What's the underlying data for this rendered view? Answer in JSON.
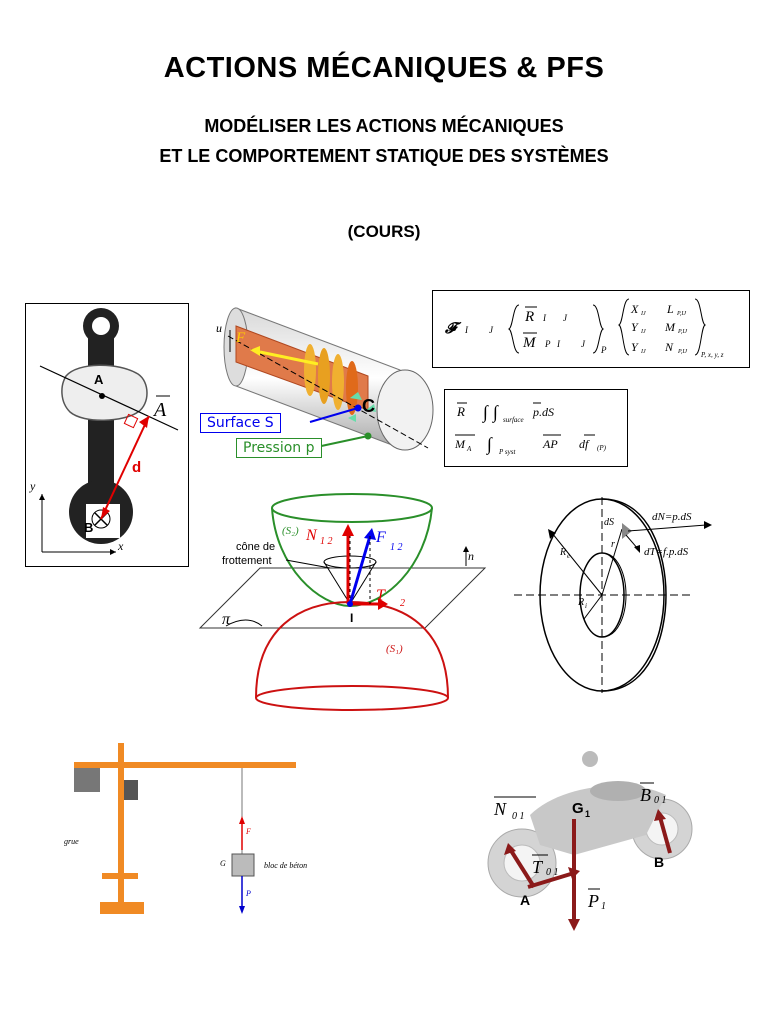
{
  "header": {
    "title": "ACTIONS MÉCANIQUES & PFS",
    "subtitle_line1": "MODÉLISER LES ACTIONS MÉCANIQUES",
    "subtitle_line2": "ET LE COMPORTEMENT STATIQUE DES SYSTÈMES",
    "cours": "(COURS)"
  },
  "wrench": {
    "point_a": "A",
    "point_b": "B",
    "vector": "A",
    "distance": "d",
    "axis_x": "x",
    "axis_y": "y"
  },
  "torsor_box": {
    "symbol": "𝓕",
    "i": "I",
    "j": "J",
    "R": "R",
    "M": "M",
    "p": "P",
    "comp_x": "X",
    "comp_y": "Y",
    "comp_z": "Y",
    "comp_l": "L",
    "comp_m": "M",
    "comp_n": "N",
    "idx": "IJ",
    "basis": "P, x, y, z"
  },
  "pressure_box": {
    "R": "R",
    "integral_surface": "surface",
    "integrand": "p.dS",
    "MA": "M",
    "A_sub": "A",
    "p_syst": "P   syst",
    "AP": "AP",
    "df": "df",
    "P_sub": "(P)"
  },
  "cylinder": {
    "u": "u",
    "F": "F",
    "C": "C",
    "surface_label": "Surface S",
    "pression_label": "Pression p"
  },
  "contact": {
    "s2": "(S₂)",
    "s1": "(S₁)",
    "N": "N",
    "N_idx": "1   2",
    "F": "F",
    "F_idx": "1   2",
    "T": "T",
    "T_idx": "2",
    "n": "n",
    "I": "I",
    "pi": "π",
    "cone_label_1": "cône de",
    "cone_label_2": "frottement"
  },
  "disc": {
    "dS": "dS",
    "r": "r",
    "Re": "R",
    "Re_sub": "e",
    "Ri": "R",
    "Ri_sub": "i",
    "dN": "dN=p.dS",
    "dT": "dT=f.p.dS"
  },
  "crane": {
    "grue": "grue",
    "G": "G",
    "bloc": "bloc de béton",
    "F": "F",
    "P": "P"
  },
  "moto": {
    "N": "N",
    "N_idx": "0   1",
    "T": "T",
    "T_idx": "0   1",
    "G": "G",
    "G_idx": "1",
    "B": "B",
    "B_idx": "0   1",
    "P": "P",
    "P_idx": "1",
    "point_a": "A",
    "point_b": "B"
  },
  "colors": {
    "red": "#e00000",
    "dark_red": "#8b1a1a",
    "blue": "#0000ee",
    "green": "#2a8f2a",
    "orange": "#f08a24"
  }
}
